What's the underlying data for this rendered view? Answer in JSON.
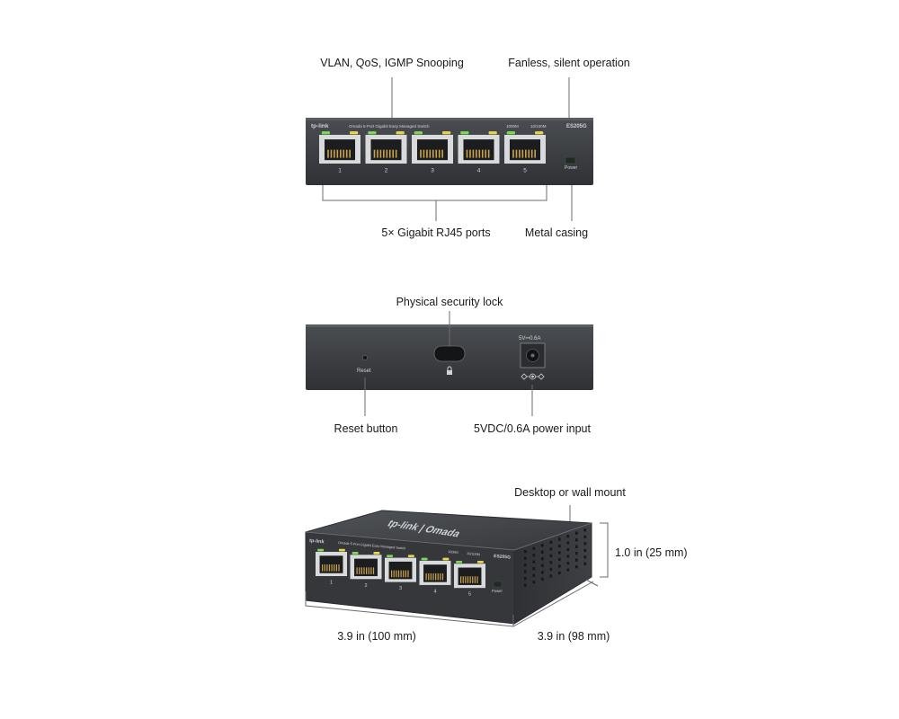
{
  "front_view": {
    "brand": "tp-link",
    "product_line": "Omada 5-Port Gigabit Easy Managed Switch",
    "speed_legend_1": "1000M",
    "speed_legend_2": "10/100M",
    "model": "ES205G",
    "power_label": "Power",
    "ports": [
      "1",
      "2",
      "3",
      "4",
      "5"
    ],
    "callouts": {
      "features": "VLAN, QoS, IGMP Snooping",
      "fanless": "Fanless, silent operation",
      "ports": "5× Gigabit RJ45 ports",
      "casing": "Metal casing"
    }
  },
  "rear_view": {
    "reset_label": "Reset",
    "power_spec": "5V⎓0.6A",
    "callouts": {
      "lock": "Physical security lock",
      "reset": "Reset button",
      "power": "5VDC/0.6A power input"
    }
  },
  "iso_view": {
    "top_logo": "tp-link | Omada",
    "product_line": "Omada 5-Port Gigabit Easy Managed Switch",
    "speed_legend_1": "1000M",
    "speed_legend_2": "10/100M",
    "model": "ES205G",
    "power_label": "Power",
    "ports": [
      "1",
      "2",
      "3",
      "4",
      "5"
    ],
    "callouts": {
      "mount": "Desktop or wall mount",
      "height": "1.0 in (25 mm)",
      "width": "3.9 in (100 mm)",
      "depth": "3.9 in (98 mm)"
    }
  },
  "colors": {
    "case": "#3b3e42",
    "case_edge": "#55585c",
    "port_frame": "#d8dadc",
    "port_inner": "#1c1d1f",
    "led_green": "#7ed957",
    "led_yellow": "#e6d84a",
    "contacts": "#c9a34a"
  }
}
